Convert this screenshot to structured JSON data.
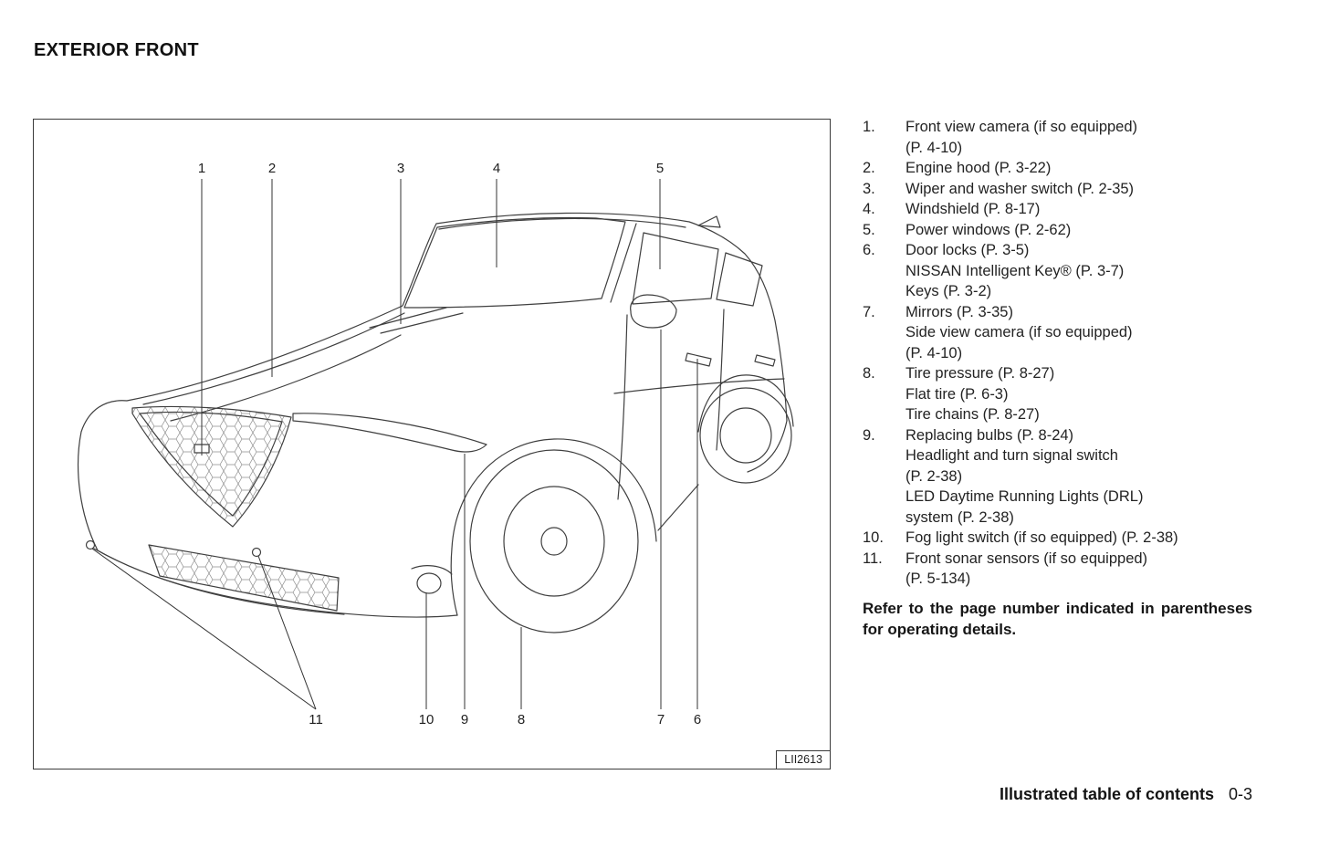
{
  "page": {
    "title": "EXTERIOR FRONT",
    "note": "Refer to the page number indicated in parentheses for operating details.",
    "figure_code": "LII2613",
    "footer": {
      "section": "Illustrated table of contents",
      "page": "0-3"
    }
  },
  "legend": {
    "items": [
      {
        "num": "1.",
        "text": "Front view camera (if so equipped)\n(P. 4-10)"
      },
      {
        "num": "2.",
        "text": "Engine hood (P. 3-22)"
      },
      {
        "num": "3.",
        "text": "Wiper and washer switch (P. 2-35)"
      },
      {
        "num": "4.",
        "text": "Windshield (P. 8-17)"
      },
      {
        "num": "5.",
        "text": "Power windows (P. 2-62)"
      },
      {
        "num": "6.",
        "text": "Door locks (P. 3-5)\nNISSAN Intelligent Key® (P. 3-7)\nKeys (P. 3-2)"
      },
      {
        "num": "7.",
        "text": "Mirrors (P. 3-35)\nSide view camera (if so equipped)\n(P. 4-10)"
      },
      {
        "num": "8.",
        "text": "Tire pressure (P. 8-27)\nFlat tire (P. 6-3)\nTire chains (P. 8-27)"
      },
      {
        "num": "9.",
        "text": "Replacing bulbs (P. 8-24)\nHeadlight and turn signal switch\n(P. 2-38)\nLED Daytime Running Lights (DRL)\nsystem (P. 2-38)"
      },
      {
        "num": "10.",
        "text": "Fog light switch (if so equipped) (P. 2-38)"
      },
      {
        "num": "11.",
        "text": "Front sonar sensors (if so equipped)\n(P. 5-134)"
      }
    ]
  },
  "callouts": {
    "top": [
      "1",
      "2",
      "3",
      "4",
      "5"
    ],
    "bottom": [
      "11",
      "10",
      "9",
      "8",
      "7",
      "6"
    ]
  }
}
